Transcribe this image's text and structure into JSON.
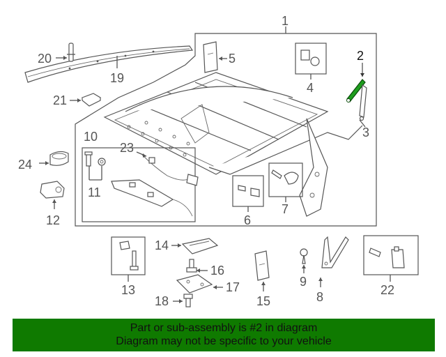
{
  "callouts": [
    {
      "id": "c1",
      "label": "1"
    },
    {
      "id": "c2",
      "label": "2"
    },
    {
      "id": "c3",
      "label": "3"
    },
    {
      "id": "c4",
      "label": "4"
    },
    {
      "id": "c5",
      "label": "5"
    },
    {
      "id": "c6",
      "label": "6"
    },
    {
      "id": "c7",
      "label": "7"
    },
    {
      "id": "c8",
      "label": "8"
    },
    {
      "id": "c9",
      "label": "9"
    },
    {
      "id": "c10",
      "label": "10"
    },
    {
      "id": "c11",
      "label": "11"
    },
    {
      "id": "c12",
      "label": "12"
    },
    {
      "id": "c13",
      "label": "13"
    },
    {
      "id": "c14",
      "label": "14"
    },
    {
      "id": "c15",
      "label": "15"
    },
    {
      "id": "c16",
      "label": "16"
    },
    {
      "id": "c17",
      "label": "17"
    },
    {
      "id": "c18",
      "label": "18"
    },
    {
      "id": "c19",
      "label": "19"
    },
    {
      "id": "c20",
      "label": "20"
    },
    {
      "id": "c21",
      "label": "21"
    },
    {
      "id": "c22",
      "label": "22"
    },
    {
      "id": "c23",
      "label": "23"
    },
    {
      "id": "c24",
      "label": "24"
    }
  ],
  "highlighted_part": "2",
  "colors": {
    "highlight": "#0f7a00",
    "banner_background": "#0f7a00",
    "line_art": "#555555"
  },
  "banner": {
    "line1": "Part or sub-assembly is #2 in diagram",
    "line2": "Diagram may not be specific to your vehicle"
  }
}
